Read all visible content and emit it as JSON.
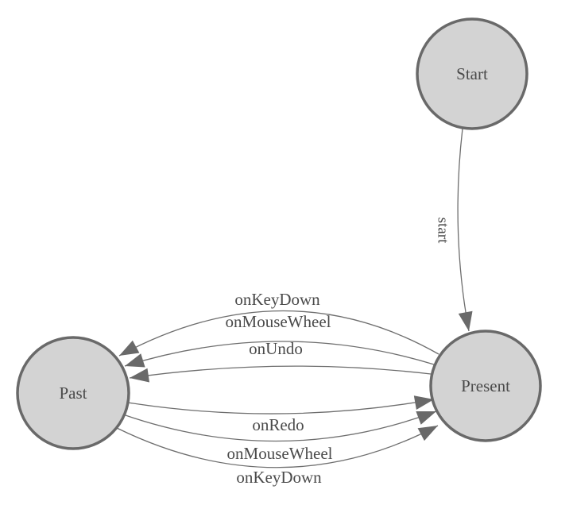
{
  "colors": {
    "background": "#ffffff",
    "node_fill": "#d3d3d3",
    "node_stroke": "#696969",
    "edge": "#6e6e6e",
    "arrow": "#696969",
    "text": "#4a4a4a"
  },
  "diagram": {
    "type": "state-machine",
    "nodes": [
      {
        "id": "start-node",
        "label": "Start"
      },
      {
        "id": "present-node",
        "label": "Present"
      },
      {
        "id": "past-node",
        "label": "Past"
      }
    ],
    "edges": [
      {
        "from": "Start",
        "to": "Present",
        "label": "start"
      },
      {
        "from": "Present",
        "to": "Past",
        "label": "onKeyDown"
      },
      {
        "from": "Present",
        "to": "Past",
        "label": "onMouseWheel"
      },
      {
        "from": "Present",
        "to": "Past",
        "label": "onUndo"
      },
      {
        "from": "Past",
        "to": "Present",
        "label": "onRedo"
      },
      {
        "from": "Past",
        "to": "Present",
        "label": "onMouseWheel"
      },
      {
        "from": "Past",
        "to": "Present",
        "label": "onKeyDown"
      }
    ]
  }
}
